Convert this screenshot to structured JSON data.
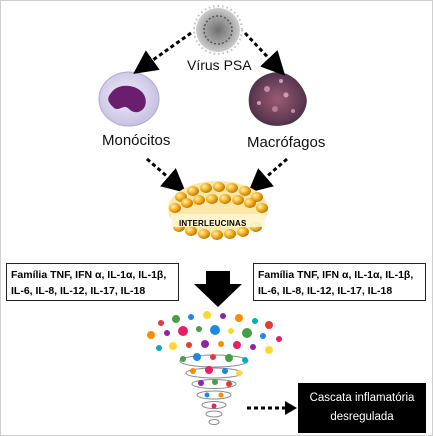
{
  "labels": {
    "virus": "Vírus PSA",
    "monocytes": "Monócitos",
    "macrophages": "Macrófagos",
    "interleukins": "INTERLEUCINAS"
  },
  "cytokine_boxes": {
    "left": "Família TNF, IFN α, IL-1α, IL-1β, IL-6, IL-8, IL-12, IL-17, IL-18",
    "right": "Família TNF, IFN α, IL-1α, IL-1β, IL-6, IL-8, IL-12, IL-17, IL-18"
  },
  "cascade_label": "Cascata inflamatória desregulada",
  "colors": {
    "virus": "#9a9a9a",
    "monocyte_cell": "#d9d4ec",
    "monocyte_nucleus": "#6a1e6e",
    "macrophage": "#7a4a5e",
    "interleukin_beads": "#f0a81c",
    "arrow": "#000000",
    "cascade_box": "#000000"
  }
}
